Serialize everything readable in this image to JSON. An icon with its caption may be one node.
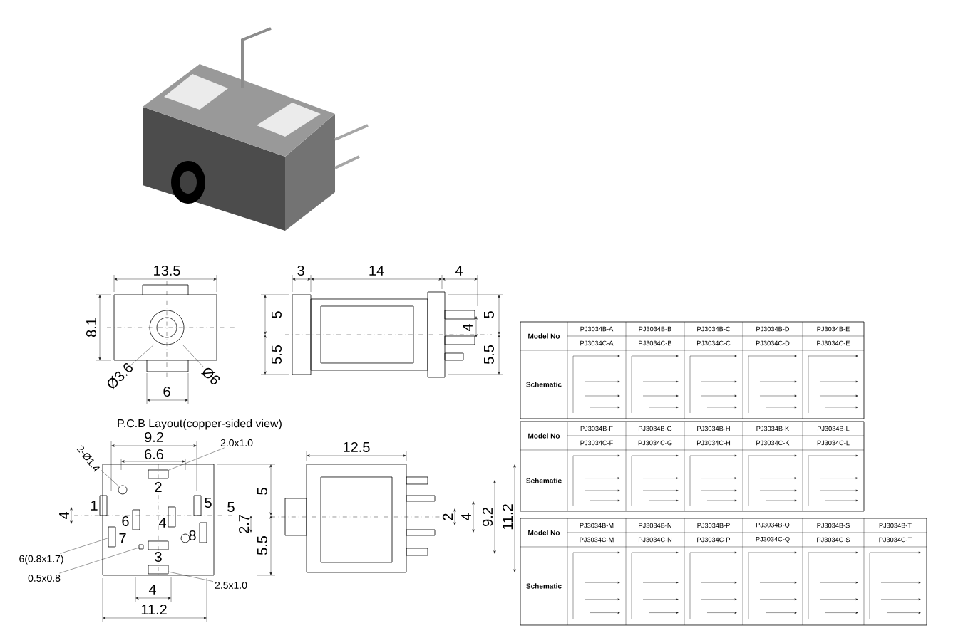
{
  "diagram": {
    "nodes": [
      {
        "text": [
          "2-Ø1.4"
        ]
      },
      {
        "text": [
          "2.0x1.0"
        ]
      },
      {
        "text": [
          "6(0.8x1.7)"
        ]
      },
      {
        "text": [
          "0.5x0.8"
        ]
      },
      {
        "text": [
          "2.5x1.0"
        ]
      },
      {
        "text": [],
        "shape": "circle"
      },
      {
        "text": [],
        "shape": "box"
      },
      {
        "text": [],
        "shape": "box"
      },
      {
        "text": [],
        "shape": "box"
      },
      {
        "text": [],
        "shape": "box"
      }
    ],
    "edges": [
      {
        "from": 0,
        "to": 5,
        "arrow": "none"
      },
      {
        "from": 1,
        "to": 6,
        "arrow": "none"
      },
      {
        "from": 2,
        "to": 7,
        "arrow": "none"
      },
      {
        "from": 3,
        "to": 8,
        "arrow": "none"
      },
      {
        "from": 4,
        "to": 9,
        "arrow": "none"
      }
    ],
    "labels": [
      "13.5",
      "3",
      "14",
      "4",
      "8.1",
      "5",
      "5",
      "4",
      "5.5",
      "5.5",
      "Ø3.6",
      "Ø6",
      "6",
      "P.C.B Layout(copper-sided view)",
      "9.2",
      "6.6",
      "12.5",
      "2",
      "5",
      "1",
      "5",
      "6",
      "4",
      "4",
      "5",
      "2.7",
      "7",
      "8",
      "5.5",
      "2",
      "4",
      "9.2",
      "11.2",
      "3",
      "4",
      "11.2",
      "Model No",
      "PJ3034B-A",
      "PJ3034B-B",
      "PJ3034B-C",
      "PJ3034B-D",
      "PJ3034B-E",
      "PJ3034C-A",
      "PJ3034C-B",
      "PJ3034C-C",
      "PJ3034C-D",
      "PJ3034C-E",
      "Schematic",
      "Model No",
      "PJ3034B-F",
      "PJ3034B-G",
      "PJ3034B-H",
      "PJ3034B-K",
      "PJ3034B-L",
      "PJ3034C-F",
      "PJ3034C-G",
      "PJ3034C-H",
      "PJ3034C-K",
      "PJ3034C-L",
      "Schematic",
      "Model No",
      "PJ3034B-M",
      "PJ3034B-N",
      "PJ3034B-P",
      "PJ3034B-Q",
      "PJ3034B-S",
      "PJ3034B-T",
      "PJ3034C-M",
      "PJ3034C-N",
      "PJ3034C-P",
      "PJ3034C-Q",
      "PJ3034C-S",
      "PJ3034C-T",
      "Schematic"
    ]
  }
}
